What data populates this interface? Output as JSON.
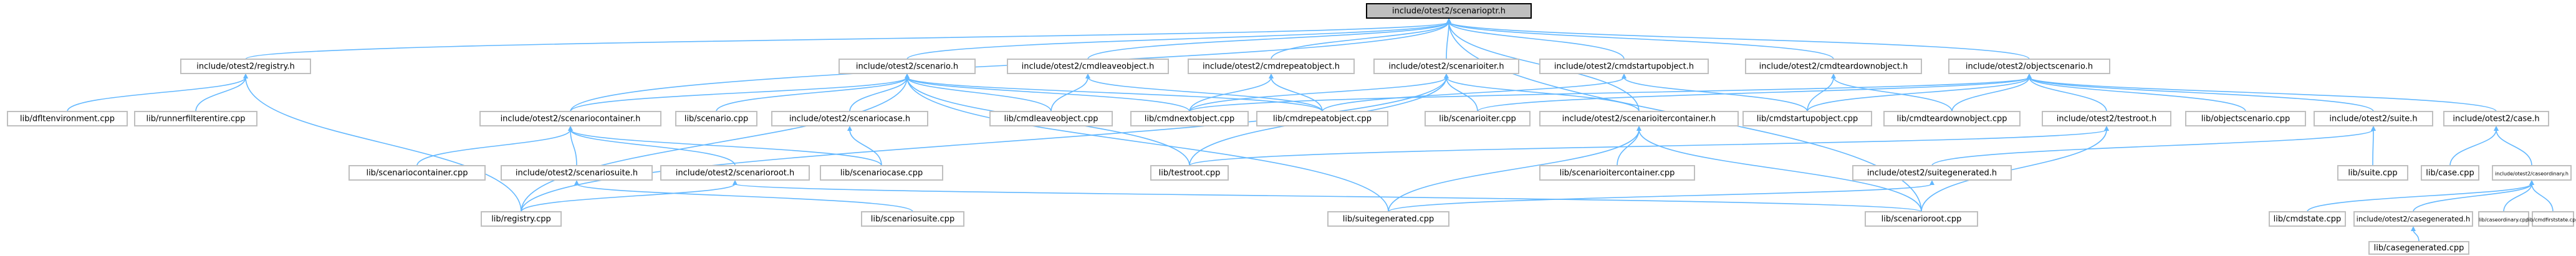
{
  "graph": {
    "title": "",
    "colors": {
      "edge": "#63b8ff",
      "node_border": "#bfbfbf",
      "root_fill": "#bfbfbf",
      "text": "#000000"
    },
    "nodes": [
      {
        "id": "root",
        "label": "include/otest2/scenarioptr.h",
        "root": true
      },
      {
        "id": "registry_h",
        "label": "include/otest2/registry.h"
      },
      {
        "id": "scenario_h",
        "label": "include/otest2/scenario.h"
      },
      {
        "id": "cmdleaveobject_h",
        "label": "include/otest2/cmdleaveobject.h"
      },
      {
        "id": "cmdrepeatobject_h",
        "label": "include/otest2/cmdrepeatobject.h"
      },
      {
        "id": "scenarioiter_h",
        "label": "include/otest2/scenarioiter.h"
      },
      {
        "id": "cmdstartupobject_h",
        "label": "include/otest2/cmdstartupobject.h"
      },
      {
        "id": "cmdteardownobject_h",
        "label": "include/otest2/cmdteardownobject.h"
      },
      {
        "id": "objectscenario_h",
        "label": "include/otest2/objectscenario.h"
      },
      {
        "id": "dfltenvironment_cpp",
        "label": "lib/dfltenvironment.cpp"
      },
      {
        "id": "runnerfilterentire_cpp",
        "label": "lib/runnerfilterentire.cpp"
      },
      {
        "id": "scenariocontainer_h",
        "label": "include/otest2/scenariocontainer.h"
      },
      {
        "id": "scenario_cpp",
        "label": "lib/scenario.cpp"
      },
      {
        "id": "scenariocase_h",
        "label": "include/otest2/scenariocase.h"
      },
      {
        "id": "cmdleaveobject_cpp",
        "label": "lib/cmdleaveobject.cpp"
      },
      {
        "id": "cmdnextobject_cpp",
        "label": "lib/cmdnextobject.cpp"
      },
      {
        "id": "cmdrepeatobject_cpp",
        "label": "lib/cmdrepeatobject.cpp"
      },
      {
        "id": "scenarioiter_cpp",
        "label": "lib/scenarioiter.cpp"
      },
      {
        "id": "scenarioitercontainer_h",
        "label": "include/otest2/scenarioitercontainer.h"
      },
      {
        "id": "cmdstartupobject_cpp",
        "label": "lib/cmdstartupobject.cpp"
      },
      {
        "id": "cmdteardownobject_cpp",
        "label": "lib/cmdteardownobject.cpp"
      },
      {
        "id": "testroot_h",
        "label": "include/otest2/testroot.h"
      },
      {
        "id": "objectscenario_cpp",
        "label": "lib/objectscenario.cpp"
      },
      {
        "id": "suite_h",
        "label": "include/otest2/suite.h"
      },
      {
        "id": "case_h",
        "label": "include/otest2/case.h"
      },
      {
        "id": "scenariocontainer_cpp",
        "label": "lib/scenariocontainer.cpp"
      },
      {
        "id": "scenariosuite_h",
        "label": "include/otest2/scenariosuite.h"
      },
      {
        "id": "scenarioroot_h",
        "label": "include/otest2/scenarioroot.h"
      },
      {
        "id": "scenariocase_cpp",
        "label": "lib/scenariocase.cpp"
      },
      {
        "id": "testroot_cpp",
        "label": "lib/testroot.cpp"
      },
      {
        "id": "scenarioitercontainer_cpp",
        "label": "lib/scenarioitercontainer.cpp"
      },
      {
        "id": "suitegenerated_h",
        "label": "include/otest2/suitegenerated.h"
      },
      {
        "id": "suite_cpp",
        "label": "lib/suite.cpp"
      },
      {
        "id": "case_cpp",
        "label": "lib/case.cpp"
      },
      {
        "id": "caseordinary_h",
        "label": "include/otest2/caseordinary.h"
      },
      {
        "id": "registry_cpp",
        "label": "lib/registry.cpp"
      },
      {
        "id": "scenariosuite_cpp",
        "label": "lib/scenariosuite.cpp"
      },
      {
        "id": "suitegenerated_cpp",
        "label": "lib/suitegenerated.cpp"
      },
      {
        "id": "scenarioroot_cpp",
        "label": "lib/scenarioroot.cpp"
      },
      {
        "id": "cmdstate_cpp",
        "label": "lib/cmdstate.cpp"
      },
      {
        "id": "casegenerated_h",
        "label": "include/otest2/casegenerated.h"
      },
      {
        "id": "caseordinary_cpp",
        "label": "lib/caseordinary.cpp"
      },
      {
        "id": "cmdfirststate_cpp",
        "label": "lib/cmdfirststate.cpp"
      },
      {
        "id": "casegenerated_cpp",
        "label": "lib/casegenerated.cpp"
      }
    ],
    "edges": [
      [
        "root",
        "registry_h"
      ],
      [
        "root",
        "scenario_h"
      ],
      [
        "root",
        "cmdleaveobject_h"
      ],
      [
        "root",
        "cmdrepeatobject_h"
      ],
      [
        "root",
        "scenarioiter_h"
      ],
      [
        "root",
        "cmdstartupobject_h"
      ],
      [
        "root",
        "cmdteardownobject_h"
      ],
      [
        "root",
        "objectscenario_h"
      ],
      [
        "root",
        "scenariocontainer_h"
      ],
      [
        "root",
        "scenarioitercontainer_h"
      ],
      [
        "root",
        "scenarioroot_cpp"
      ],
      [
        "registry_h",
        "dfltenvironment_cpp"
      ],
      [
        "registry_h",
        "runnerfilterentire_cpp"
      ],
      [
        "registry_h",
        "registry_cpp"
      ],
      [
        "scenario_h",
        "scenariocontainer_h"
      ],
      [
        "scenario_h",
        "scenario_cpp"
      ],
      [
        "scenario_h",
        "scenariocase_h"
      ],
      [
        "scenario_h",
        "cmdleaveobject_cpp"
      ],
      [
        "scenario_h",
        "cmdnextobject_cpp"
      ],
      [
        "scenario_h",
        "cmdrepeatobject_cpp"
      ],
      [
        "scenario_h",
        "testroot_cpp"
      ],
      [
        "scenario_h",
        "suitegenerated_cpp"
      ],
      [
        "scenario_h",
        "registry_cpp"
      ],
      [
        "cmdleaveobject_h",
        "cmdleaveobject_cpp"
      ],
      [
        "cmdleaveobject_h",
        "cmdrepeatobject_cpp"
      ],
      [
        "cmdrepeatobject_h",
        "cmdnextobject_cpp"
      ],
      [
        "cmdrepeatobject_h",
        "cmdrepeatobject_cpp"
      ],
      [
        "scenarioiter_h",
        "cmdnextobject_cpp"
      ],
      [
        "scenarioiter_h",
        "scenarioiter_cpp"
      ],
      [
        "scenarioiter_h",
        "scenarioitercontainer_h"
      ],
      [
        "scenarioiter_h",
        "testroot_cpp"
      ],
      [
        "scenarioiter_h",
        "registry_cpp"
      ],
      [
        "cmdstartupobject_h",
        "cmdrepeatobject_cpp"
      ],
      [
        "cmdstartupobject_h",
        "cmdstartupobject_cpp"
      ],
      [
        "cmdteardownobject_h",
        "cmdstartupobject_cpp"
      ],
      [
        "cmdteardownobject_h",
        "cmdteardownobject_cpp"
      ],
      [
        "objectscenario_h",
        "cmdnextobject_cpp"
      ],
      [
        "objectscenario_h",
        "scenarioiter_cpp"
      ],
      [
        "objectscenario_h",
        "cmdstartupobject_cpp"
      ],
      [
        "objectscenario_h",
        "cmdteardownobject_cpp"
      ],
      [
        "objectscenario_h",
        "testroot_h"
      ],
      [
        "objectscenario_h",
        "objectscenario_cpp"
      ],
      [
        "objectscenario_h",
        "suite_h"
      ],
      [
        "objectscenario_h",
        "case_h"
      ],
      [
        "scenariocontainer_h",
        "scenariocontainer_cpp"
      ],
      [
        "scenariocontainer_h",
        "scenariosuite_h"
      ],
      [
        "scenariocontainer_h",
        "scenarioroot_h"
      ],
      [
        "scenariocontainer_h",
        "scenariocase_cpp"
      ],
      [
        "scenariocase_h",
        "scenariocase_cpp"
      ],
      [
        "scenarioitercontainer_h",
        "scenarioitercontainer_cpp"
      ],
      [
        "scenarioitercontainer_h",
        "suitegenerated_cpp"
      ],
      [
        "scenarioitercontainer_h",
        "scenarioroot_cpp"
      ],
      [
        "testroot_h",
        "testroot_cpp"
      ],
      [
        "testroot_h",
        "scenarioroot_cpp"
      ],
      [
        "suite_h",
        "suitegenerated_h"
      ],
      [
        "suite_h",
        "suite_cpp"
      ],
      [
        "case_h",
        "case_cpp"
      ],
      [
        "case_h",
        "caseordinary_h"
      ],
      [
        "scenariosuite_h",
        "scenariosuite_cpp"
      ],
      [
        "scenarioroot_h",
        "scenarioroot_cpp"
      ],
      [
        "scenarioroot_h",
        "registry_cpp"
      ],
      [
        "suitegenerated_h",
        "suitegenerated_cpp"
      ],
      [
        "caseordinary_h",
        "cmdstate_cpp"
      ],
      [
        "caseordinary_h",
        "casegenerated_h"
      ],
      [
        "caseordinary_h",
        "caseordinary_cpp"
      ],
      [
        "caseordinary_h",
        "cmdfirststate_cpp"
      ],
      [
        "casegenerated_h",
        "casegenerated_cpp"
      ]
    ]
  }
}
